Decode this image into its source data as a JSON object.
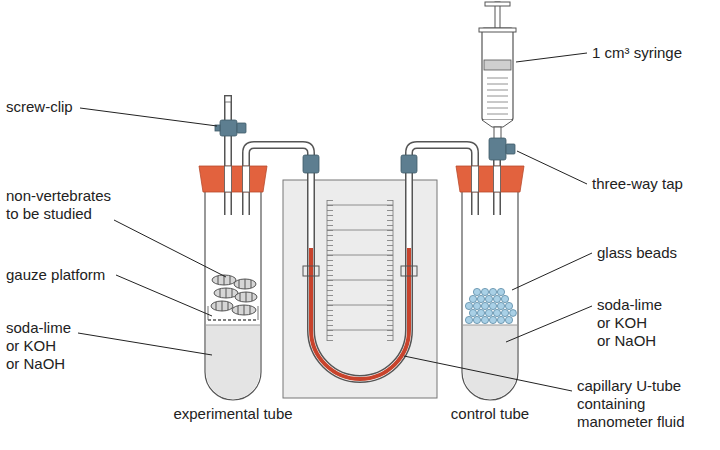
{
  "diagram": {
    "labels": [
      "screw-clip",
      "non-vertebrates to be studied",
      "gauze platform",
      "soda-lime or KOH or NaOH",
      "experimental tube",
      "1 cm³ syringe",
      "three-way tap",
      "glass beads",
      "soda-lime or KOH or NaOH",
      "control tube",
      "capillary U-tube containing manometer fluid"
    ]
  }
}
